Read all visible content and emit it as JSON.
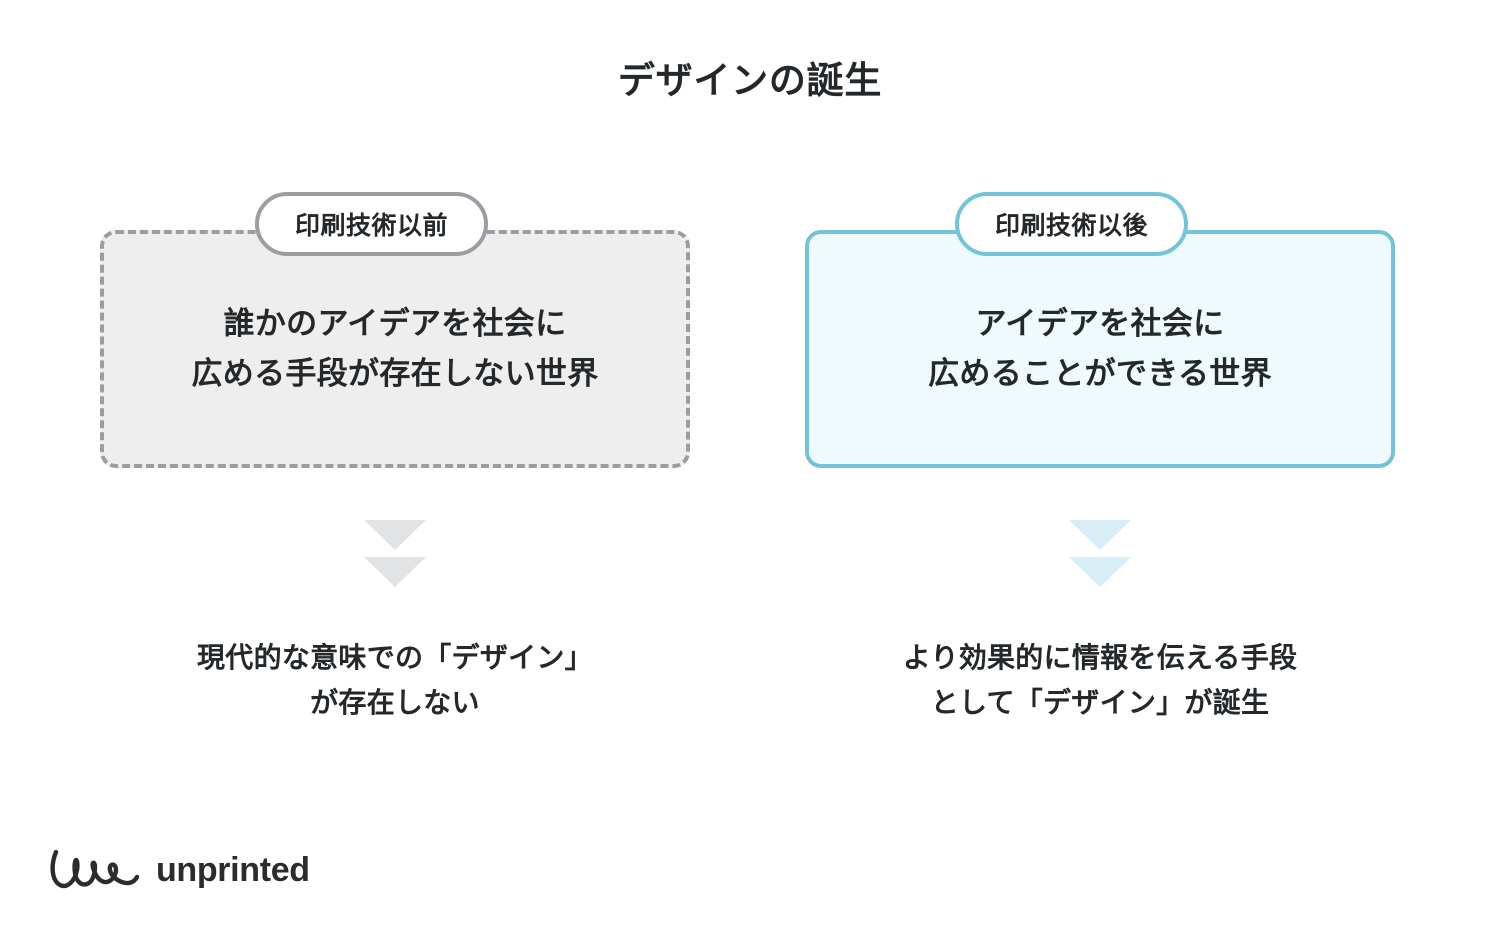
{
  "title": "デザインの誕生",
  "colors": {
    "background": "#ffffff",
    "text": "#24282b",
    "before_border": "#9a9ea3",
    "before_fill": "#eeeeee",
    "before_arrow": "#e2e3e4",
    "after_border": "#74c3d8",
    "after_fill": "#effafd",
    "after_arrow": "#d8eef7"
  },
  "columns": [
    {
      "id": "before-printing",
      "badge": "印刷技術以前",
      "panel_text": "誰かのアイデアを社会に\n広める手段が存在しない世界",
      "arrow_icon": "double-chevron-down-icon",
      "caption": "現代的な意味での「デザイン」\nが存在しない"
    },
    {
      "id": "after-printing",
      "badge": "印刷技術以後",
      "panel_text": "アイデアを社会に\n広めることができる世界",
      "arrow_icon": "double-chevron-down-icon",
      "caption": "より効果的に情報を伝える手段\nとして「デザイン」が誕生"
    }
  ],
  "logo": {
    "mark": "unprinted-script-mark-icon",
    "text": "unprinted"
  }
}
